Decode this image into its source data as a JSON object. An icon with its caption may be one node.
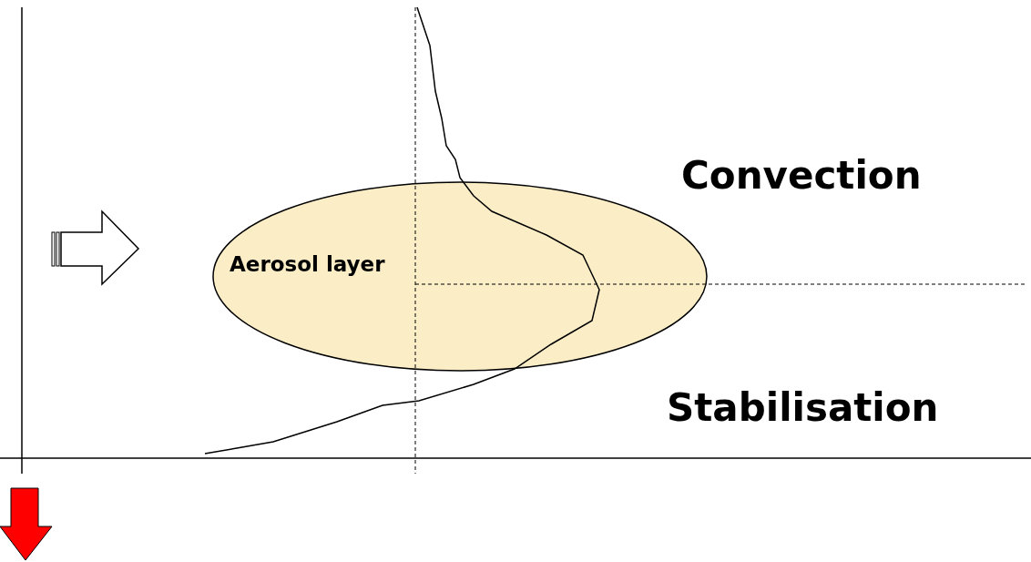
{
  "diagram": {
    "nodes": [
      {
        "text": [
          "Aerosol layer"
        ]
      }
    ],
    "labels": [
      "Convection",
      "Stabilisation"
    ]
  }
}
